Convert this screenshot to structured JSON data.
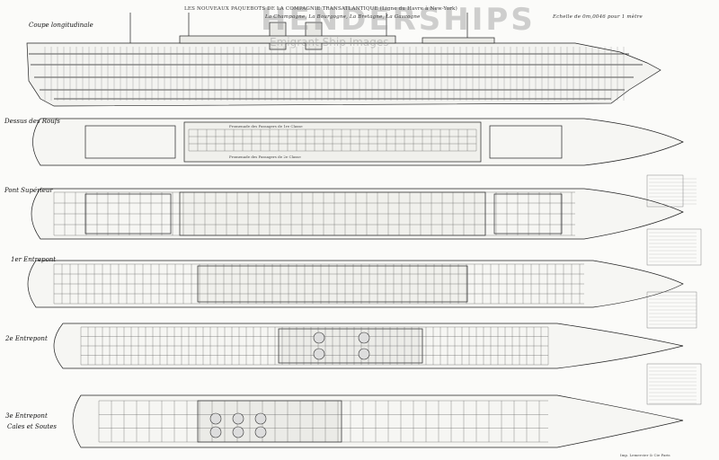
{
  "header": {
    "title": "LES NOUVEAUX PAQUEBOTS DE LA COMPAGNIE TRANSATLANTIQUE (Ligne du Havre à New-York)",
    "ships": "La Champagne, La Bourgogne, La Bretagne, La Gascogne",
    "scale": "Echelle de 0m,0046 pour 1 mètre"
  },
  "watermark": {
    "main": "HENDERSHIPS",
    "sub": "Emigrant Ship Images"
  },
  "decks": {
    "longitudinal": "Coupe longitudinale",
    "boat_deck": "Dessus des Roufs",
    "upper_deck": "Pont Supérieur",
    "first_between": "1er Entrepont",
    "second_between": "2e Entrepont",
    "third_between": "3e Entrepont",
    "holds": "Cales et Soutes"
  },
  "deck_texts": {
    "promenade_1": "Promenade des Passagers de 1re Classe",
    "promenade_2": "Promenade des Passagers de 2e Classe"
  },
  "footer": "Imp. Lemercier & Cie Paris"
}
